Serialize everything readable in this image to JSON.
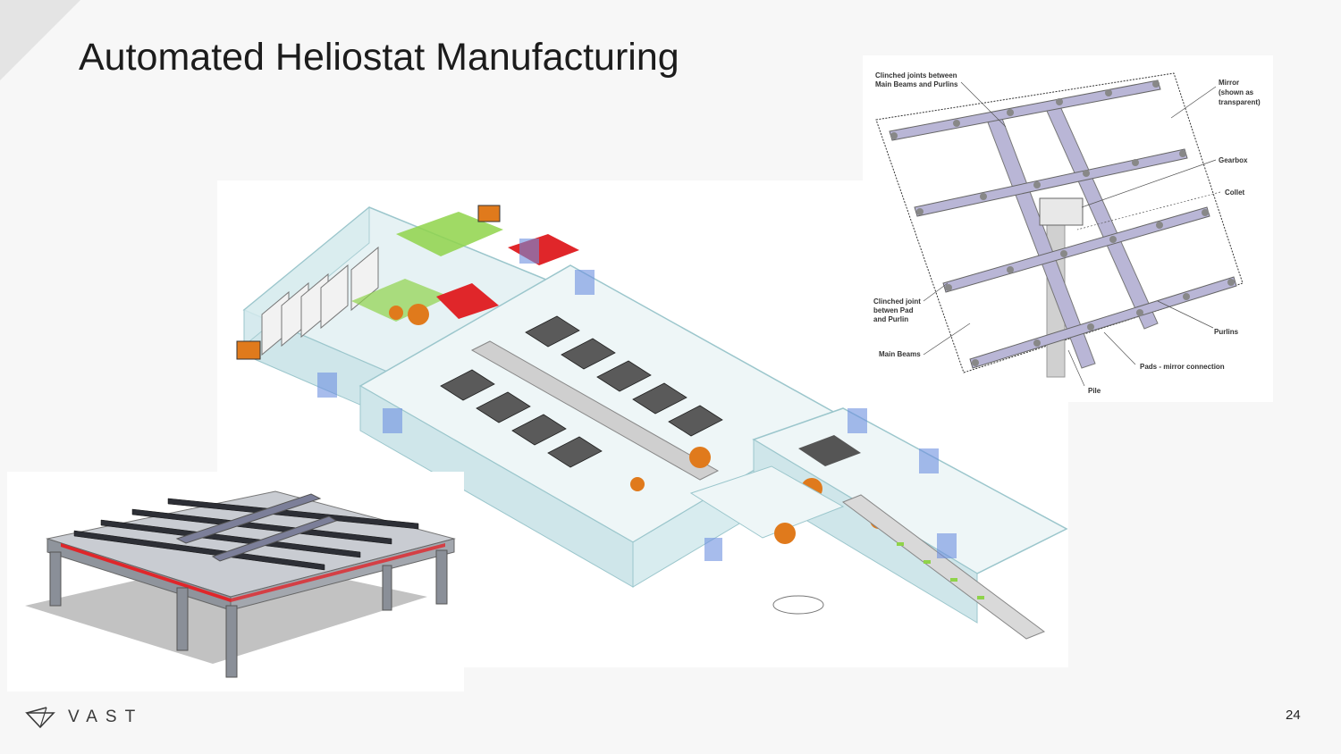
{
  "slide": {
    "title": "Automated Heliostat Manufacturing",
    "page_number": "24"
  },
  "brand": {
    "name": "VAST",
    "logo_icon": "vast-logo-icon"
  },
  "heliostat_diagram": {
    "callouts": [
      "Clinched joints between",
      "Main Beams and Purlins",
      "Mirror",
      "(shown as",
      "transparent)",
      "Gearbox",
      "Collet",
      "Clinched joint",
      "betwen Pad",
      "and Purlin",
      "Main Beams",
      "Purlins",
      "Pads - mirror connection",
      "Pile"
    ]
  },
  "colors": {
    "accent_red": "#e0262a",
    "accent_green": "#8fd34a",
    "robot_orange": "#e07a1c",
    "glass_blue": "#bfe0e6",
    "frame_purple": "#b9b6d6"
  }
}
